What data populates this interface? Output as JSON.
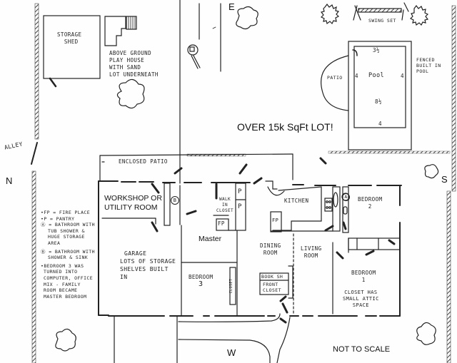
{
  "diagram": {
    "type": "hand-drawn floor plan",
    "compass": {
      "north": "N",
      "east": "E",
      "south": "S",
      "west": "W"
    },
    "headline": "OVER 15k SqFt LOT!",
    "scale_note": "NOT TO SCALE",
    "alley_label": "ALLEY",
    "yard": {
      "storage_shed": [
        "STORAGE",
        "SHED"
      ],
      "play_house": [
        "ABOVE GROUND",
        "PLAY HOUSE",
        "WITH SAND",
        "LOT UNDERNEATH"
      ],
      "swing_set": "SWING SET",
      "pool": {
        "label": "Pool",
        "depth_top": "3½",
        "depth_left": "4",
        "depth_right": "4",
        "depth_center": "8½",
        "depth_bottom": "4",
        "patio": "PATIO",
        "note": [
          "FENCED",
          "BUILT IN",
          "POOL"
        ]
      }
    },
    "rooms": {
      "enclosed_patio": "ENCLOSED   PATIO",
      "workshop": [
        "WORKSHOP OR",
        "UTILITY ROOM"
      ],
      "bath_b": "B",
      "walk_in_closet": [
        "WALK",
        "IN",
        "CLOSET"
      ],
      "pantry_1": "P",
      "pantry_2": "P",
      "fireplace_master": "FP",
      "master": "Master",
      "kitchen": "KITCHEN",
      "fireplace_kitchen": "FP",
      "bath_a": "A",
      "bedroom_2": [
        "BEDROOM",
        "2"
      ],
      "garage": [
        "GARAGE",
        "LOTS OF STORAGE",
        "SHELVES BUILT",
        "IN"
      ],
      "bedroom_3": [
        "BEDROOM",
        "3"
      ],
      "closet_vertical": "CLOSET",
      "dining_room": [
        "DINING",
        "ROOM"
      ],
      "living_room": [
        "LIVING",
        "ROOM"
      ],
      "book_shelf": "BOOK SH",
      "front_closet": [
        "FRONT",
        "CLOSET"
      ],
      "bedroom_1": [
        "BEDROOM",
        "1"
      ],
      "bedroom_1_note": [
        "CLOSET HAS",
        "SMALL ATTIC",
        "SPACE"
      ]
    },
    "legend": [
      "•FP = FIRE PLACE",
      "•P = PANTRY",
      "Ⓐ = BATHROOM WITH",
      "TUB SHOWER &",
      "HUGE STORAGE",
      "AREA",
      "Ⓑ = BATHROOM WITH",
      "SHOWER & SINK",
      "•BEDROOM 3 WAS",
      "TURNED INTO",
      "COMPUTER, OFFICE",
      "MIX - FAMILY",
      "ROOM BECAME",
      "MASTER BEDROOM"
    ],
    "colors": {
      "ink": "#222222",
      "paper": "#fefefe"
    }
  }
}
